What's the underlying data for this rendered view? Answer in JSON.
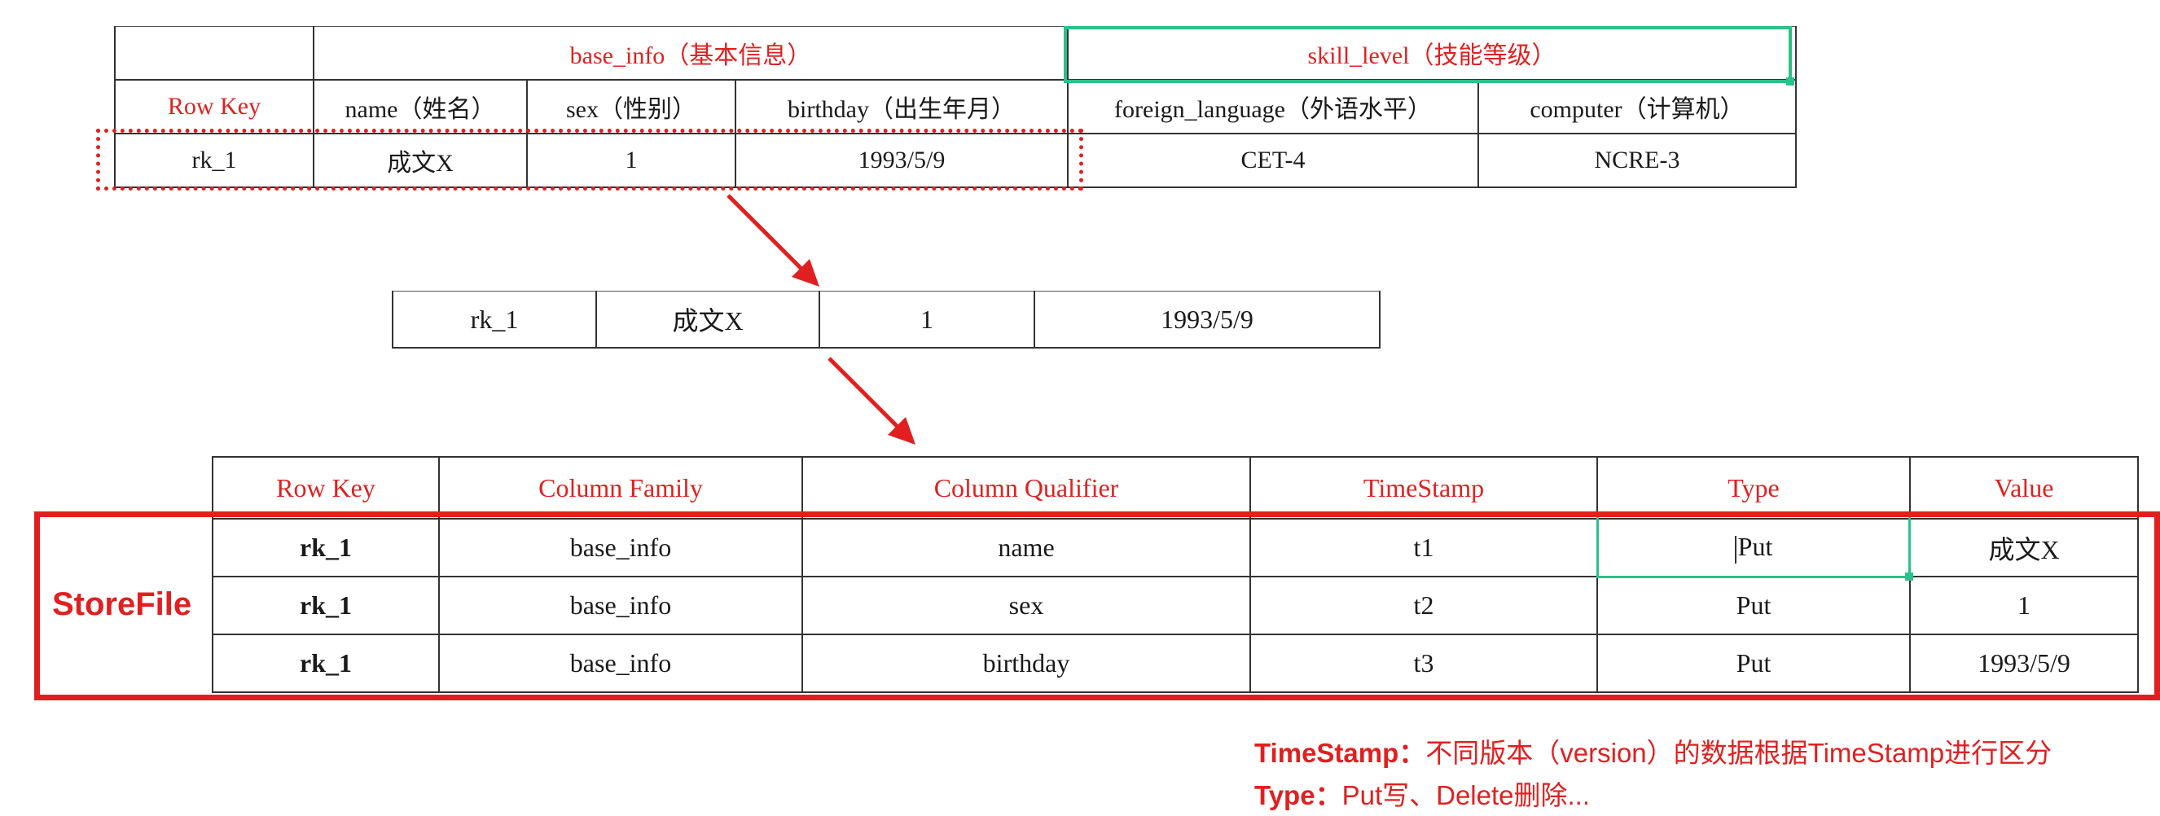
{
  "table1": {
    "headers": {
      "base_info": "base_info（基本信息）",
      "skill_level": "skill_level（技能等级）",
      "row_key": "Row Key",
      "name": "name（姓名）",
      "sex": "sex（性别）",
      "birthday": "birthday（出生年月）",
      "foreign_language": "foreign_language（外语水平）",
      "computer": "computer（计算机）"
    },
    "row": {
      "row_key": "rk_1",
      "name": "成文X",
      "sex": "1",
      "birthday": "1993/5/9",
      "foreign_language": "CET-4",
      "computer": "NCRE-3"
    }
  },
  "table2": {
    "cells": [
      "rk_1",
      "成文X",
      "1",
      "1993/5/9"
    ]
  },
  "table3": {
    "headers": [
      "Row Key",
      "Column Family",
      "Column Qualifier",
      "TimeStamp",
      "Type",
      "Value"
    ],
    "rows": [
      [
        "rk_1",
        "base_info",
        "name",
        "t1",
        "Put",
        "成文X"
      ],
      [
        "rk_1",
        "base_info",
        "sex",
        "t2",
        "Put",
        "1"
      ],
      [
        "rk_1",
        "base_info",
        "birthday",
        "t3",
        "Put",
        "1993/5/9"
      ]
    ]
  },
  "storefile_label": "StoreFile",
  "notes": {
    "timestamp_key": "TimeStamp：",
    "timestamp_text": "不同版本（version）的数据根据TimeStamp进行区分",
    "type_key": "Type：",
    "type_text": "Put写、Delete删除..."
  },
  "colors": {
    "accent_red": "#e02020",
    "accent_green": "#2cc08a",
    "line": "#333333"
  }
}
